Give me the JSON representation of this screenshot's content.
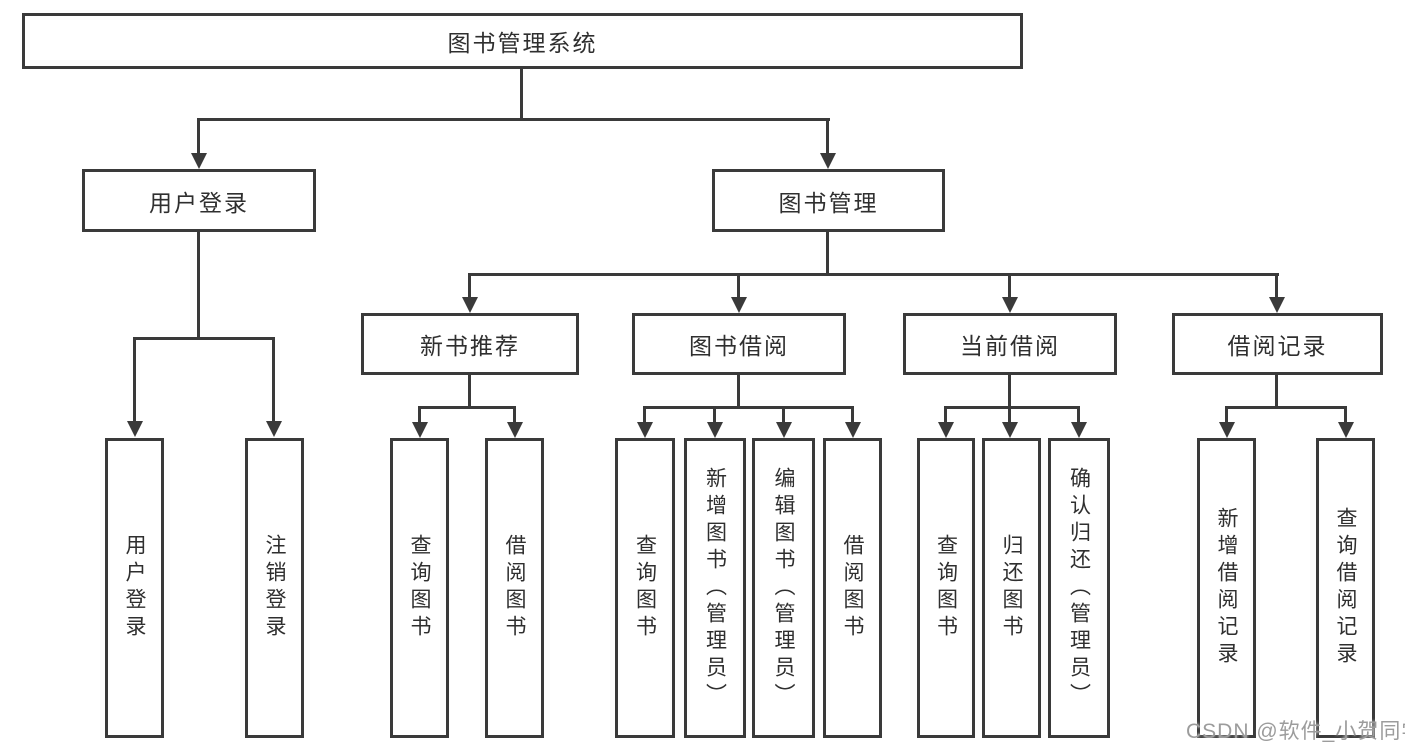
{
  "diagram": {
    "nodes": {
      "root": "图书管理系统",
      "user_login": "用户登录",
      "book_management": "图书管理",
      "new_book_recommend": "新书推荐",
      "book_borrowing": "图书借阅",
      "current_borrowing": "当前借阅",
      "borrowing_records": "借阅记录",
      "leaf_user_login": "用户登录",
      "leaf_logout": "注销登录",
      "leaf_nbr_query_books": "查询图书",
      "leaf_nbr_borrow_books": "借阅图书",
      "leaf_bb_query_books": "查询图书",
      "leaf_bb_add_books": "新增图书（管理员）",
      "leaf_bb_edit_books": "编辑图书（管理员）",
      "leaf_bb_borrow_books": "借阅图书",
      "leaf_cb_query_books": "查询图书",
      "leaf_cb_return_books": "归还图书",
      "leaf_cb_confirm_return": "确认归还（管理员）",
      "leaf_br_add_record": "新增借阅记录",
      "leaf_br_query_record": "查询借阅记录"
    },
    "watermark": "CSDN @软件_小贺同学",
    "colors": {
      "line": "#3a3a3a",
      "text": "#2f2f2f",
      "watermark": "#9c9c9c",
      "bg": "#ffffff"
    }
  }
}
